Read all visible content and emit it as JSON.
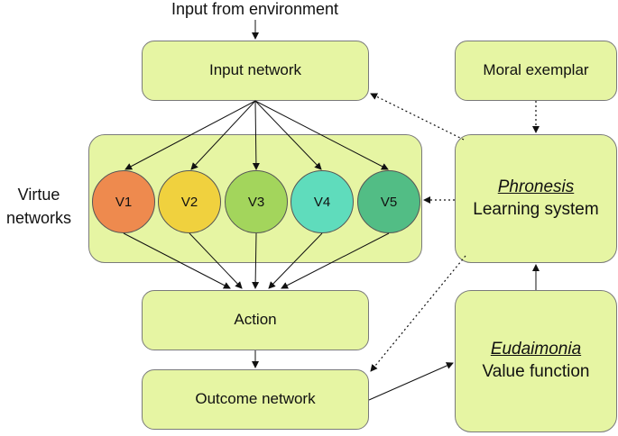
{
  "title": "Input from environment",
  "side_label": {
    "line1": "Virtue",
    "line2": "networks"
  },
  "nodes": {
    "input_network": "Input network",
    "moral_exemplar": "Moral exemplar",
    "phronesis": {
      "title": "Phronesis",
      "subtitle": "Learning system"
    },
    "action": "Action",
    "outcome_network": "Outcome network",
    "eudaimonia": {
      "title": "Eudaimonia",
      "subtitle": "Value function"
    }
  },
  "virtues": [
    {
      "label": "V1",
      "color": "#ee8a4e"
    },
    {
      "label": "V2",
      "color": "#f0d13e"
    },
    {
      "label": "V3",
      "color": "#a3d55c"
    },
    {
      "label": "V4",
      "color": "#5fdcbc"
    },
    {
      "label": "V5",
      "color": "#52bd85"
    }
  ],
  "colors": {
    "box_fill": "#e6f5a3",
    "border": "#7a7a7a",
    "arrow": "#111111"
  }
}
